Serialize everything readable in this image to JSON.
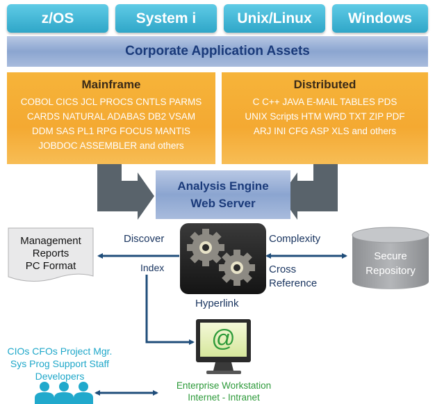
{
  "platforms": [
    "z/OS",
    "System i",
    "Unix/Linux",
    "Windows"
  ],
  "assets_band": "Corporate Application Assets",
  "mainframe": {
    "title": "Mainframe",
    "lines": [
      "COBOL CICS JCL PROCS CNTLS PARMS",
      "CARDS NATURAL ADABAS DB2 VSAM",
      "DDM SAS PL1 RPG FOCUS MANTIS",
      "JOBDOC ASSEMBLER and others"
    ]
  },
  "distributed": {
    "title": "Distributed",
    "lines": [
      "C C++ JAVA E-MAIL TABLES PDS",
      "UNIX Scripts HTM WRD TXT ZIP PDF",
      "ARJ INI CFG ASP XLS and others"
    ]
  },
  "engine": {
    "line1": "Analysis Engine",
    "line2": "Web Server"
  },
  "reports": {
    "line1": "Management",
    "line2": "Reports",
    "line3": "PC Format"
  },
  "labels": {
    "discover": "Discover",
    "index": "Index",
    "complexity": "Complexity",
    "cross": "Cross",
    "reference": "Reference",
    "hyperlink": "Hyperlink"
  },
  "repository": {
    "line1": "Secure",
    "line2": "Repository"
  },
  "users": {
    "line1": "CIOs CFOs Project Mgr.",
    "line2": "Sys Prog Support Staff",
    "line3": "Developers"
  },
  "workstation": {
    "line1": "Enterprise Workstation",
    "line2": "Internet - Intranet",
    "symbol": "@"
  },
  "colors": {
    "platform": "#2fa6c8",
    "band": "#8ba5d0",
    "source": "#f4a932",
    "arrow": "#1f4d7a",
    "gray_arrow": "#59636b",
    "users": "#1ea7c9",
    "workstation_text": "#2d9a3a"
  }
}
